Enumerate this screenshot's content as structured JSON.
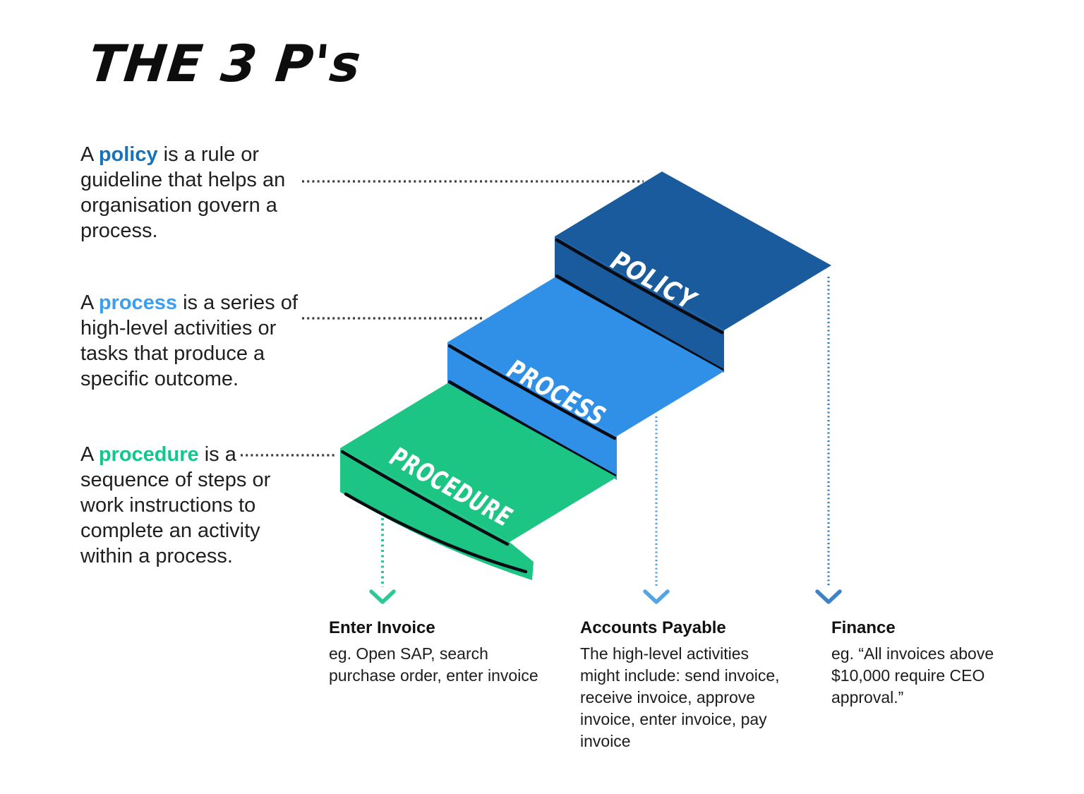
{
  "title": "THE 3 P's",
  "colors": {
    "background": "#ffffff",
    "ink_line": "#0b0b14",
    "body_text": "#1f1f1f",
    "connector_gray": "#3d3d3d",
    "step_policy": "#1a5b9d",
    "step_process": "#3090e8",
    "step_procedure": "#1dc584",
    "step_label_text": "#ffffff",
    "term_policy": "#1473bc",
    "term_process": "#3a9ff0",
    "term_procedure": "#11c78d",
    "arrow_procedure": "#2cc993",
    "arrow_process": "#55a5e6",
    "arrow_policy": "#3d82c6"
  },
  "definitions": [
    {
      "prefix": "A ",
      "term": "policy",
      "rest": " is a rule or\nguideline that helps an\norganisation govern a\nprocess."
    },
    {
      "prefix": "A ",
      "term": "process",
      "rest": " is a series of\nhigh-level activities or\ntasks that produce a\nspecific outcome."
    },
    {
      "prefix": "A ",
      "term": "procedure",
      "rest": " is a\nsequence of steps or\nwork instructions to\ncomplete an activity\nwithin a process."
    }
  ],
  "steps": [
    {
      "label": "POLICY"
    },
    {
      "label": "PROCESS"
    },
    {
      "label": "PROCEDURE"
    }
  ],
  "examples": [
    {
      "heading": "Enter Invoice",
      "body": "eg. Open SAP, search\npurchase order, enter invoice"
    },
    {
      "heading": "Accounts Payable",
      "body": "The high-level activities\nmight include: send invoice,\nreceive invoice, approve\ninvoice, enter invoice, pay\ninvoice"
    },
    {
      "heading": "Finance",
      "body": "eg. “All invoices above\n$10,000 require CEO\napproval.”"
    }
  ]
}
